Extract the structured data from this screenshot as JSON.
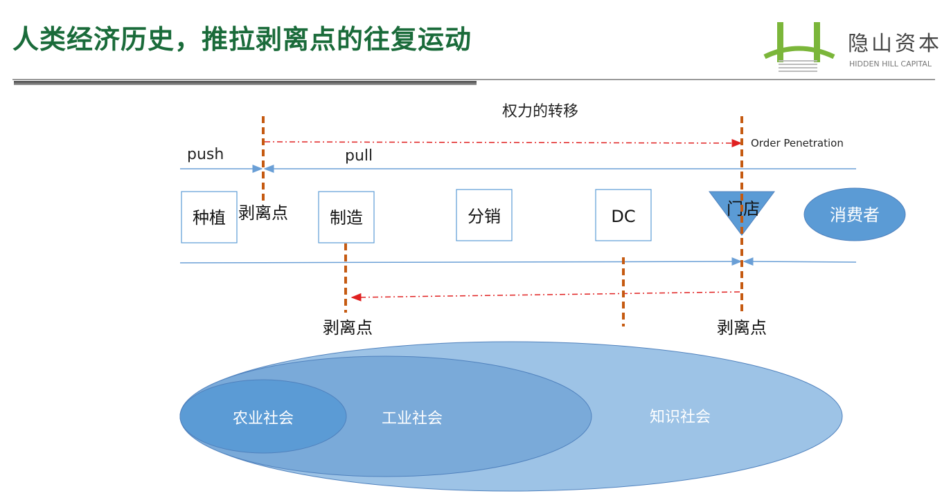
{
  "header": {
    "title": "人类经济历史，推拉剥离点的往复运动",
    "logo_cn": "隐山资本",
    "logo_en": "HIDDEN HILL CAPITAL"
  },
  "diagram": {
    "top_label": "权力的转移",
    "push_label": "push",
    "pull_label": "pull",
    "order_penetration_label": "Order Penetration",
    "stages": [
      "种植",
      "制造",
      "分销",
      "DC",
      "门店",
      "消费者"
    ],
    "decoupling_labels": [
      "剥离点",
      "剥离点",
      "剥离点"
    ],
    "societies": [
      "农业社会",
      "工业社会",
      "知识社会"
    ]
  },
  "colors": {
    "title_green": "#1a6b3a",
    "logo_green": "#7bb63a",
    "line_blue": "#6a9fd6",
    "dashed_orange": "#c55a11",
    "arrow_red": "#e02020",
    "ellipse_light": "#9dc3e6",
    "ellipse_mid": "#7aaad9",
    "ellipse_dark": "#5b9bd5"
  }
}
